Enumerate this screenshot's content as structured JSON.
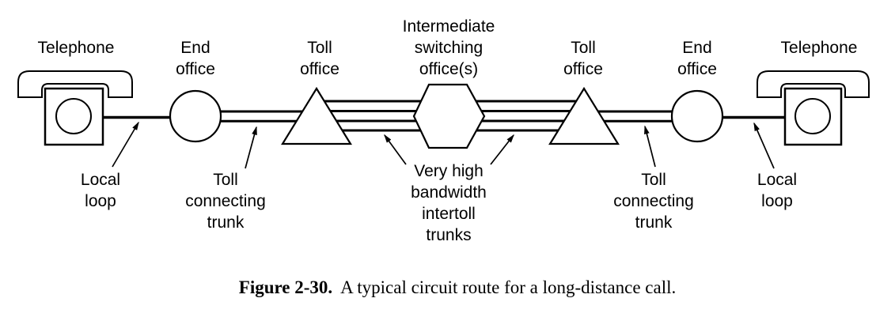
{
  "figure": {
    "colors": {
      "ink": "#000000",
      "background": "#ffffff"
    },
    "diagram": {
      "top_labels": {
        "telephone_left": "Telephone",
        "end_office_left": "End\noffice",
        "toll_office_left": "Toll\noffice",
        "intermediate": "Intermediate\nswitching\noffice(s)",
        "toll_office_right": "Toll\noffice",
        "end_office_right": "End\noffice",
        "telephone_right": "Telephone"
      },
      "bottom_labels": {
        "local_loop_left": "Local\nloop",
        "toll_trunk_left": "Toll\nconnecting\ntrunk",
        "intertoll": "Very high\nbandwidth\nintertoll\ntrunks",
        "toll_trunk_right": "Toll\nconnecting\ntrunk",
        "local_loop_right": "Local\nloop"
      },
      "nodes": [
        {
          "shape": "telephone",
          "label": "Telephone",
          "side": "left"
        },
        {
          "shape": "circle",
          "label": "End office",
          "side": "left"
        },
        {
          "shape": "triangle",
          "label": "Toll office",
          "side": "left"
        },
        {
          "shape": "hexagon",
          "label": "Intermediate switching office(s)",
          "side": "center"
        },
        {
          "shape": "triangle",
          "label": "Toll office",
          "side": "right"
        },
        {
          "shape": "circle",
          "label": "End office",
          "side": "right"
        },
        {
          "shape": "telephone",
          "label": "Telephone",
          "side": "right"
        }
      ],
      "links": [
        {
          "label": "Local loop",
          "lines": 1
        },
        {
          "label": "Toll connecting trunk",
          "lines": 2
        },
        {
          "label": "Very high bandwidth intertoll trunks",
          "lines": 4
        },
        {
          "label": "Very high bandwidth intertoll trunks",
          "lines": 4
        },
        {
          "label": "Toll connecting trunk",
          "lines": 2
        },
        {
          "label": "Local loop",
          "lines": 1
        }
      ]
    },
    "caption": {
      "label": "Figure 2-30.",
      "text": "A typical circuit route for a long-distance call."
    }
  }
}
